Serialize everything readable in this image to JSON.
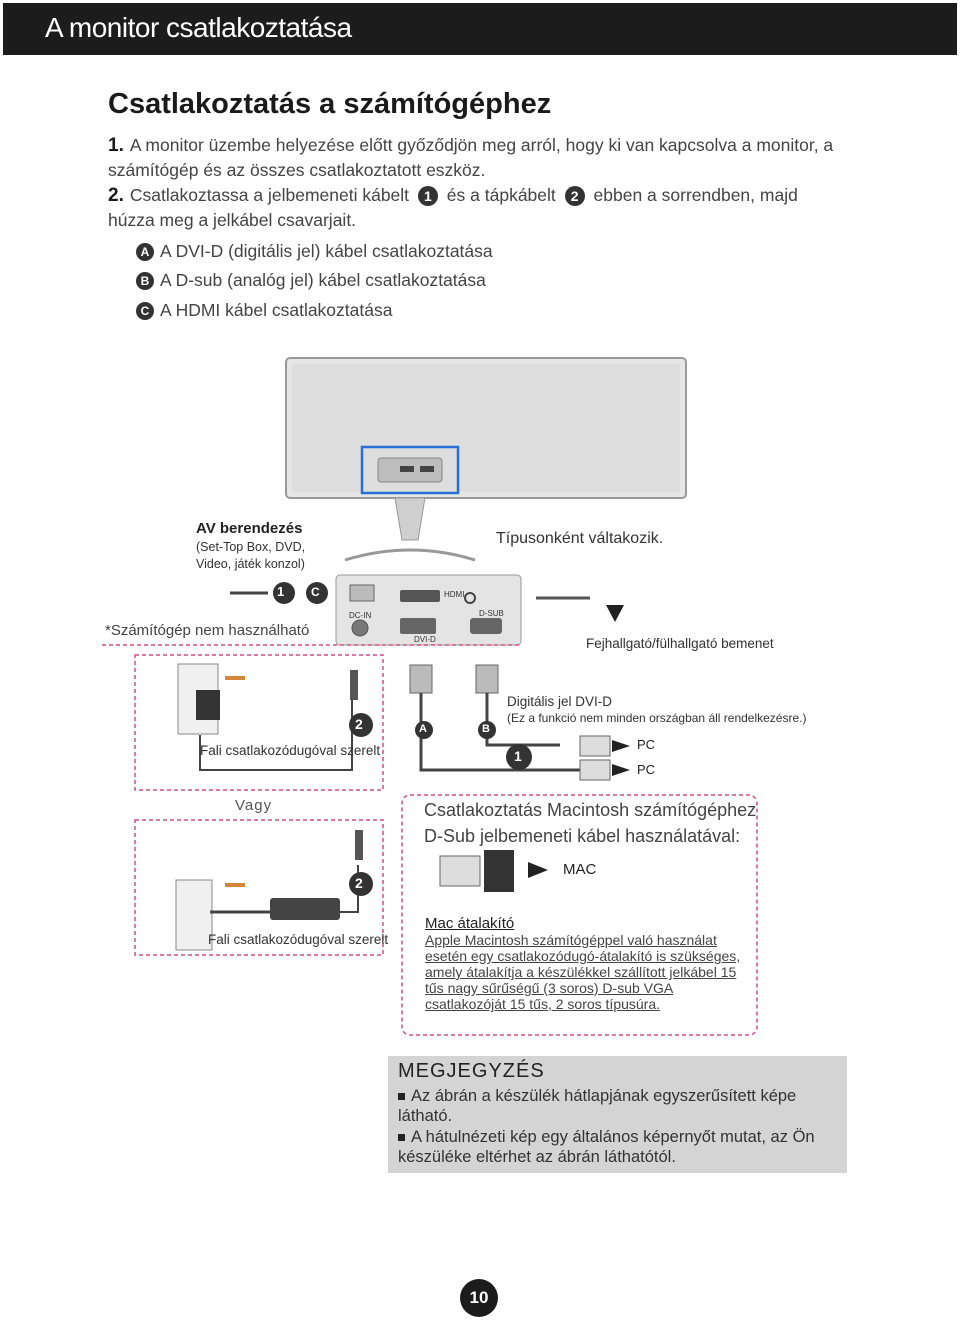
{
  "header": {
    "title": "A monitor csatlakoztatása"
  },
  "section": {
    "title": "Csatlakoztatás a számítógéphez"
  },
  "steps": [
    {
      "num": "1.",
      "text": "A monitor üzembe helyezése előtt győződjön meg arról, hogy ki van kapcsolva a monitor, a számítógép és az összes csatlakoztatott eszköz."
    },
    {
      "num": "2.",
      "part1": "Csatlakoztassa a jelbemeneti kábelt",
      "badge1": "1",
      "part2": "és a tápkábelt",
      "badge2": "2",
      "part3": "ebben a sorrendben, majd húzza meg a jelkábel csavarjait."
    }
  ],
  "substeps": [
    {
      "badge": "A",
      "text": "A DVI-D (digitális jel) kábel csatlakoztatása"
    },
    {
      "badge": "B",
      "text": "A D-sub (analóg jel) kábel csatlakoztatása"
    },
    {
      "badge": "C",
      "text": "A HDMI kábel csatlakoztatása"
    }
  ],
  "diagram": {
    "av_title": "AV berendezés",
    "av_sub": "(Set-Top Box, DVD, Video, játék konzol)",
    "type_varies": "Típusonként váltakozik.",
    "no_pc": "*Számítógép nem használható",
    "headphone": "Fejhallgató/fülhallgató bemenet",
    "port_dcin": "DC-IN",
    "port_hdmi": "HDMI",
    "port_dsub": "D-SUB",
    "port_dvid": "DVI-D",
    "wall1": "Fali csatlakozódugóval szerelt",
    "wall2": "Fali csatlakozódugóval szerelt",
    "or": "Vagy",
    "dvi_title": "Digitális jel DVI-D",
    "dvi_note": "(Ez a funkció nem minden országban áll rendelkezésre.)",
    "pc1": "PC",
    "pc2": "PC",
    "mac_title_1": "Csatlakoztatás Macintosh számítógéphez",
    "mac_title_2": "D-Sub jelbemeneti kábel használatával:",
    "mac_label": "MAC",
    "adapter_title": "Mac átalakító",
    "adapter_text": "Apple Macintosh számítógéppel való használat esetén egy csatlakozódugó-átalakító is szükséges, amely átalakítja a készülékkel szállított jelkábel 15 tűs nagy sűrűségű (3 soros) D-sub VGA csatlakozóját 15 tűs, 2 soros típusúra.",
    "badge_1": "1",
    "badge_2": "2",
    "badge_a": "A",
    "badge_b": "B",
    "badge_c": "C"
  },
  "note": {
    "title": "MEGJEGYZÉS",
    "items": [
      "Az ábrán a készülék hátlapjának  egyszerűsített képe látható.",
      "A hátulnézeti kép egy általános képernyőt mutat, az Ön készüléke eltérhet az ábrán láthatótól."
    ]
  },
  "page": {
    "number": "10"
  }
}
